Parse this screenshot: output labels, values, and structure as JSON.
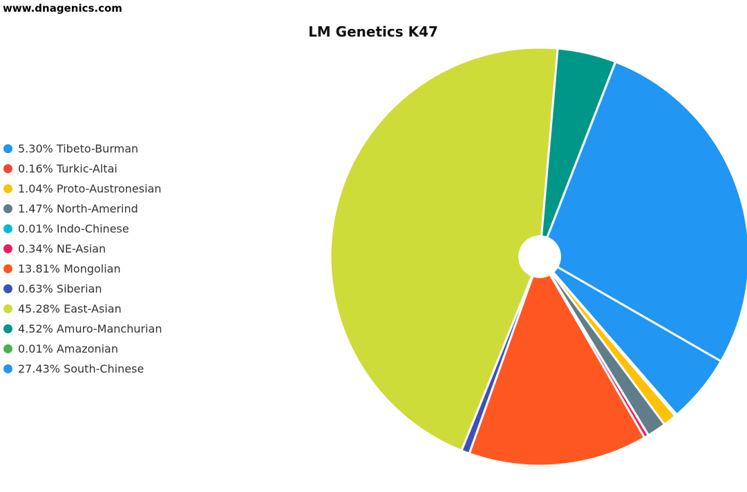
{
  "site": {
    "text": "www.dnagenics.com"
  },
  "chart_data": {
    "type": "pie",
    "title": "LM Genetics K47",
    "legend_position": "left",
    "hole": "small-white-center",
    "slices": [
      {
        "label": "Tibeto-Burman",
        "value": 5.3,
        "color": "#2196F3",
        "legend": "5.30% Tibeto-Burman"
      },
      {
        "label": "Turkic-Altai",
        "value": 0.16,
        "color": "#F44336",
        "legend": "0.16% Turkic-Altai"
      },
      {
        "label": "Proto-Austronesian",
        "value": 1.04,
        "color": "#FFC107",
        "legend": "1.04% Proto-Austronesian"
      },
      {
        "label": "North-Amerind",
        "value": 1.47,
        "color": "#607D8B",
        "legend": "1.47% North-Amerind"
      },
      {
        "label": "Indo-Chinese",
        "value": 0.01,
        "color": "#00BCD4",
        "legend": "0.01% Indo-Chinese"
      },
      {
        "label": "NE-Asian",
        "value": 0.34,
        "color": "#E91E63",
        "legend": "0.34% NE-Asian"
      },
      {
        "label": "Mongolian",
        "value": 13.81,
        "color": "#FF5722",
        "legend": "13.81% Mongolian"
      },
      {
        "label": "Siberian",
        "value": 0.63,
        "color": "#3F51B5",
        "legend": "0.63% Siberian"
      },
      {
        "label": "East-Asian",
        "value": 45.28,
        "color": "#CDDC39",
        "legend": "45.28% East-Asian"
      },
      {
        "label": "Amuro-Manchurian",
        "value": 4.52,
        "color": "#009688",
        "legend": "4.52% Amuro-Manchurian"
      },
      {
        "label": "Amazonian",
        "value": 0.01,
        "color": "#4CAF50",
        "legend": "0.01% Amazonian"
      },
      {
        "label": "South-Chinese",
        "value": 27.43,
        "color": "#2196F3",
        "legend": "27.43% South-Chinese"
      }
    ]
  }
}
